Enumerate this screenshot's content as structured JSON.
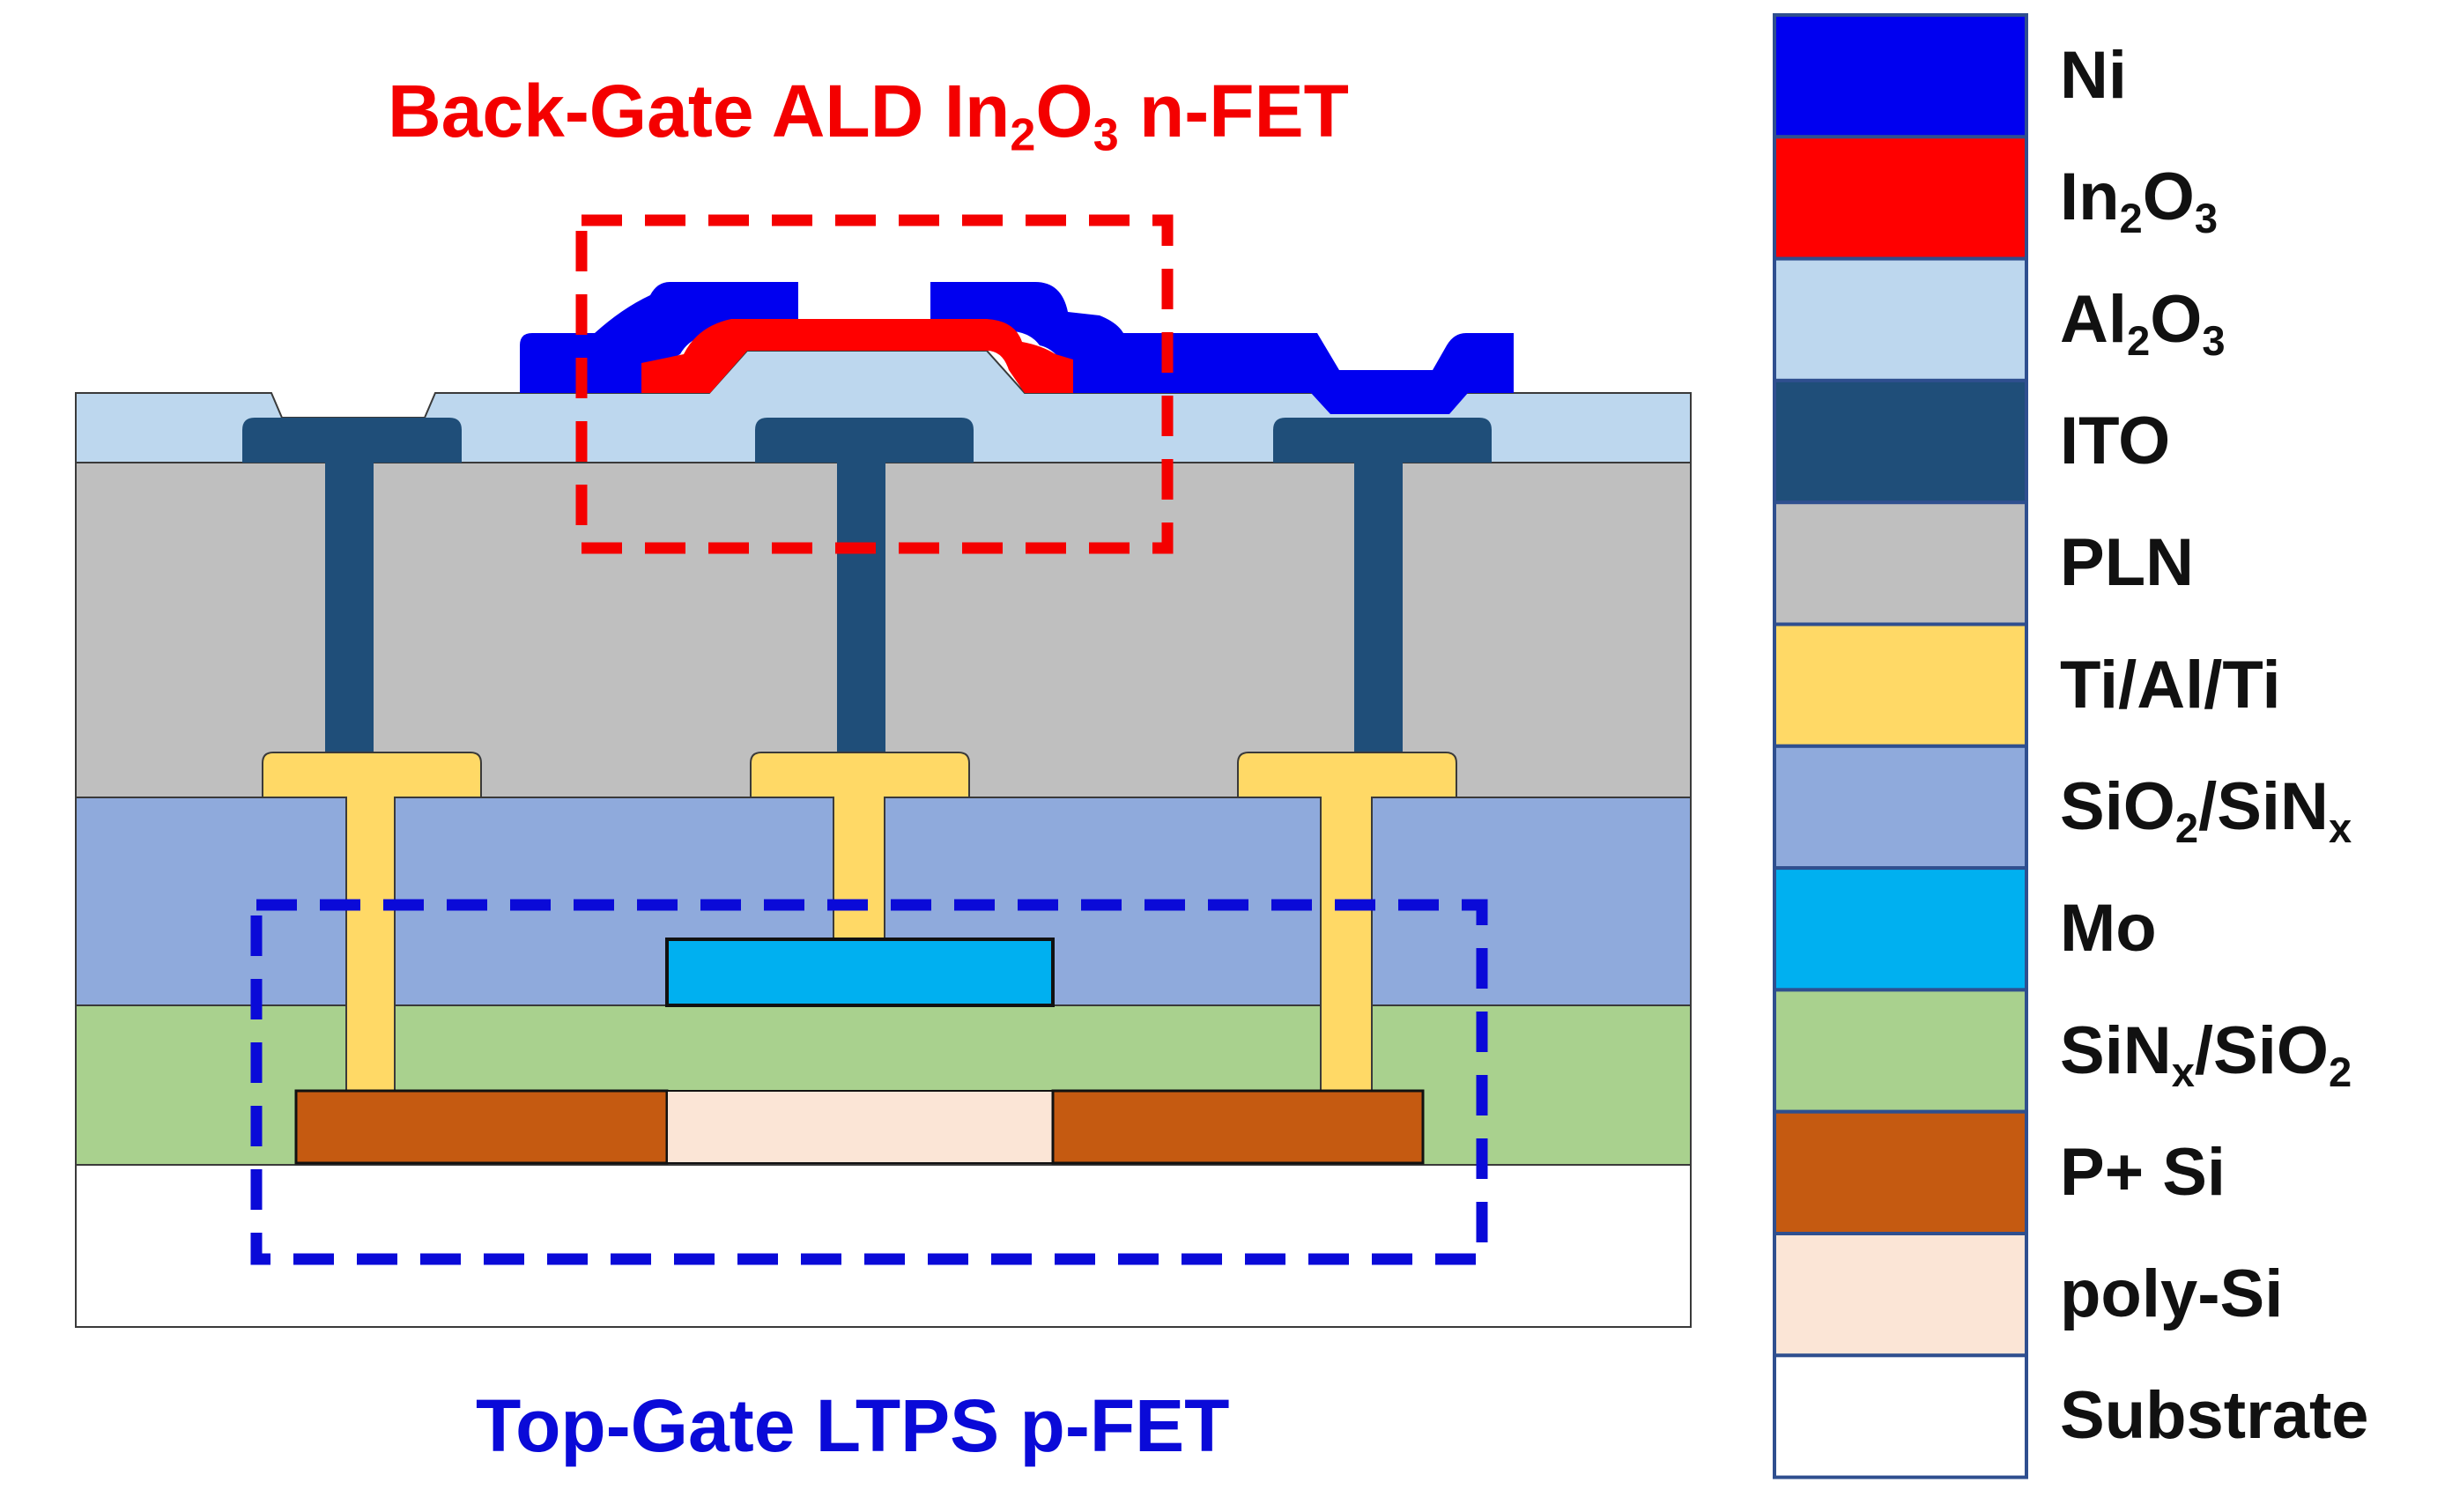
{
  "titles": {
    "top": {
      "base1": "Back-Gate ALD In",
      "sub1": "2",
      "base2": "O",
      "sub2": "3",
      "base3": " n-FET"
    },
    "bottom": "Top-Gate LTPS p-FET"
  },
  "colors": {
    "ni": "#0000f0",
    "in2o3": "#ff0000",
    "al2o3": "#bdd7ee",
    "ito": "#1f4e79",
    "pln": "#bfbfbf",
    "tialti": "#ffd966",
    "sio2_sinx": "#8faadc",
    "mo": "#00b0f0",
    "sinx_sio2": "#a9d18e",
    "p_si": "#c55a11",
    "poly_si": "#fbe5d6",
    "substrate": "#ffffff",
    "nfet_box": "#f40000",
    "pfet_box": "#0a0ad8"
  },
  "legend": [
    {
      "key": "ni",
      "parts": [
        {
          "t": "Ni"
        }
      ]
    },
    {
      "key": "in2o3",
      "parts": [
        {
          "t": "In"
        },
        {
          "s": "2"
        },
        {
          "t": "O"
        },
        {
          "s": "3"
        }
      ]
    },
    {
      "key": "al2o3",
      "parts": [
        {
          "t": "Al"
        },
        {
          "s": "2"
        },
        {
          "t": "O"
        },
        {
          "s": "3"
        }
      ]
    },
    {
      "key": "ito",
      "parts": [
        {
          "t": "ITO"
        }
      ]
    },
    {
      "key": "pln",
      "parts": [
        {
          "t": "PLN"
        }
      ]
    },
    {
      "key": "tialti",
      "parts": [
        {
          "t": "Ti/Al/Ti"
        }
      ]
    },
    {
      "key": "sio2_sinx",
      "parts": [
        {
          "t": "SiO"
        },
        {
          "s": "2"
        },
        {
          "t": "/SiN"
        },
        {
          "s": "x"
        }
      ]
    },
    {
      "key": "mo",
      "parts": [
        {
          "t": "Mo"
        }
      ]
    },
    {
      "key": "sinx_sio2",
      "parts": [
        {
          "t": "SiN"
        },
        {
          "s": "x"
        },
        {
          "t": "/SiO"
        },
        {
          "s": "2"
        }
      ]
    },
    {
      "key": "p_si",
      "parts": [
        {
          "t": "P+ Si"
        }
      ]
    },
    {
      "key": "poly_si",
      "parts": [
        {
          "t": "poly-Si"
        }
      ]
    },
    {
      "key": "substrate",
      "parts": [
        {
          "t": "Substrate"
        }
      ]
    }
  ]
}
